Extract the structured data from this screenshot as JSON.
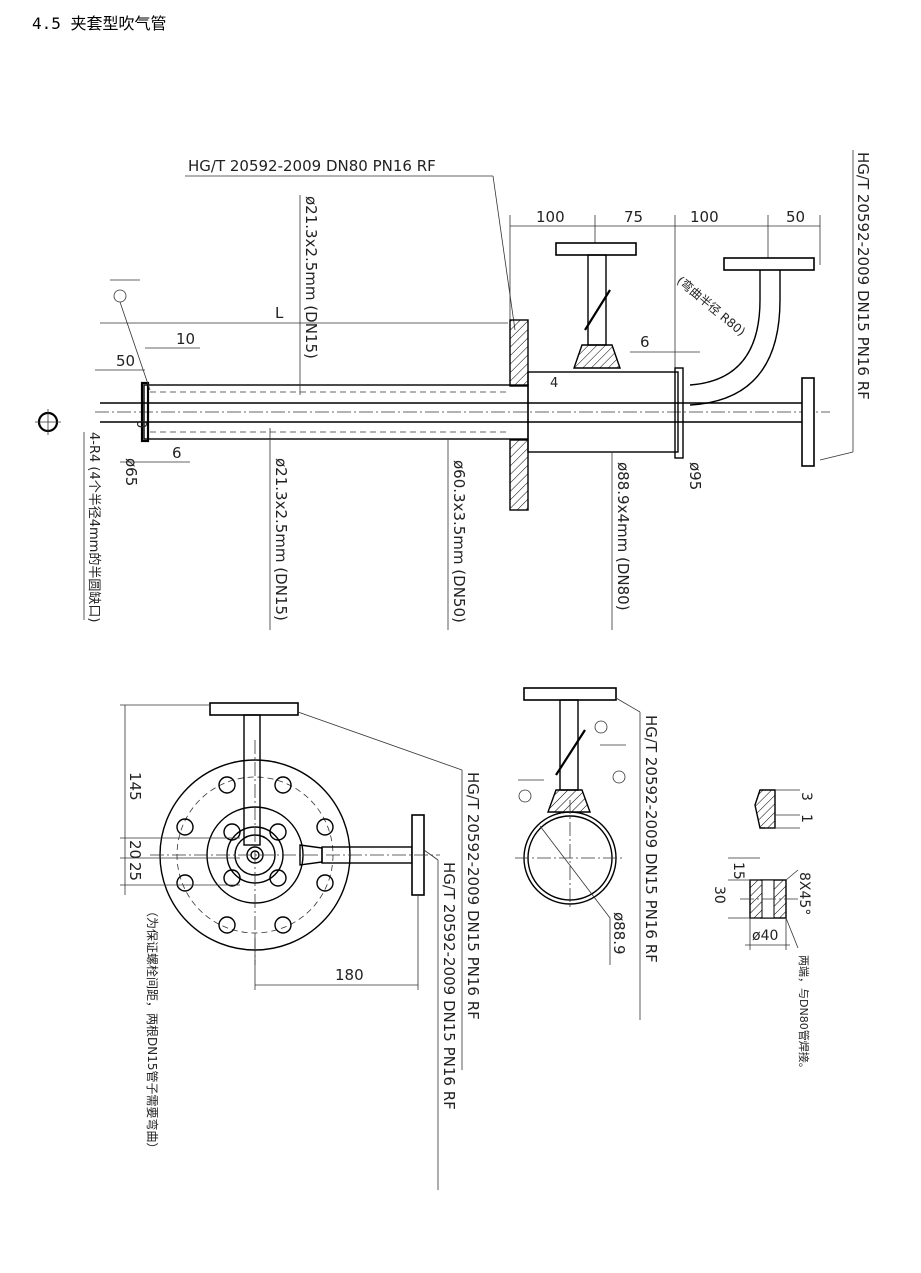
{
  "title": "4.5  夹套型吹气管",
  "main_view": {
    "label_top_flange": "HG/T 20592-2009 DN80 PN16 RF",
    "label_right_flange": "HG/T 20592-2009 DN15 PN16 RF",
    "dim_100a": "100",
    "dim_75": "75",
    "dim_100b": "100",
    "dim_50_top": "50",
    "dim_L": "L",
    "dim_10": "10",
    "dim_50_left": "50",
    "dim_6_top": "6",
    "dim_4": "4",
    "dim_0": "0",
    "dim_6_bottom": "6",
    "bend_radius": "(弯曲半径 R80)",
    "pipe_upper": "ø21.3x2.5mm (DN15)",
    "pipe_lower": "ø21.3x2.5mm (DN15)",
    "pipe_jacket_inner": "ø60.3x3.5mm (DN50)",
    "pipe_jacket_outer": "ø88.9x4mm (DN80)",
    "dia_65": "ø65",
    "dia_95": "ø95",
    "note_holes": "4-R4 (4个半径4mm的半圆缺口)"
  },
  "bottom_left_view": {
    "dim_145": "145",
    "dim_20": "20",
    "dim_25": "25",
    "dim_180": "180",
    "label_upper": "HG/T 20592-2009 DN15 PN16 RF",
    "label_lower": "HG/T 20592-2009 DN15 PN16 RF",
    "note": "（为保证螺栓间距，两根DN15管子需要弯曲）"
  },
  "bottom_mid_view": {
    "label": "HG/T 20592-2009 DN15 PN16 RF",
    "dia": "ø88.9"
  },
  "detail_view": {
    "dim_3": "3",
    "dim_1": "1",
    "dim_15": "15",
    "dim_30": "30",
    "dia_40": "ø40",
    "chamfer": "8X45°",
    "note": "两端，与DN80管焊接。"
  }
}
